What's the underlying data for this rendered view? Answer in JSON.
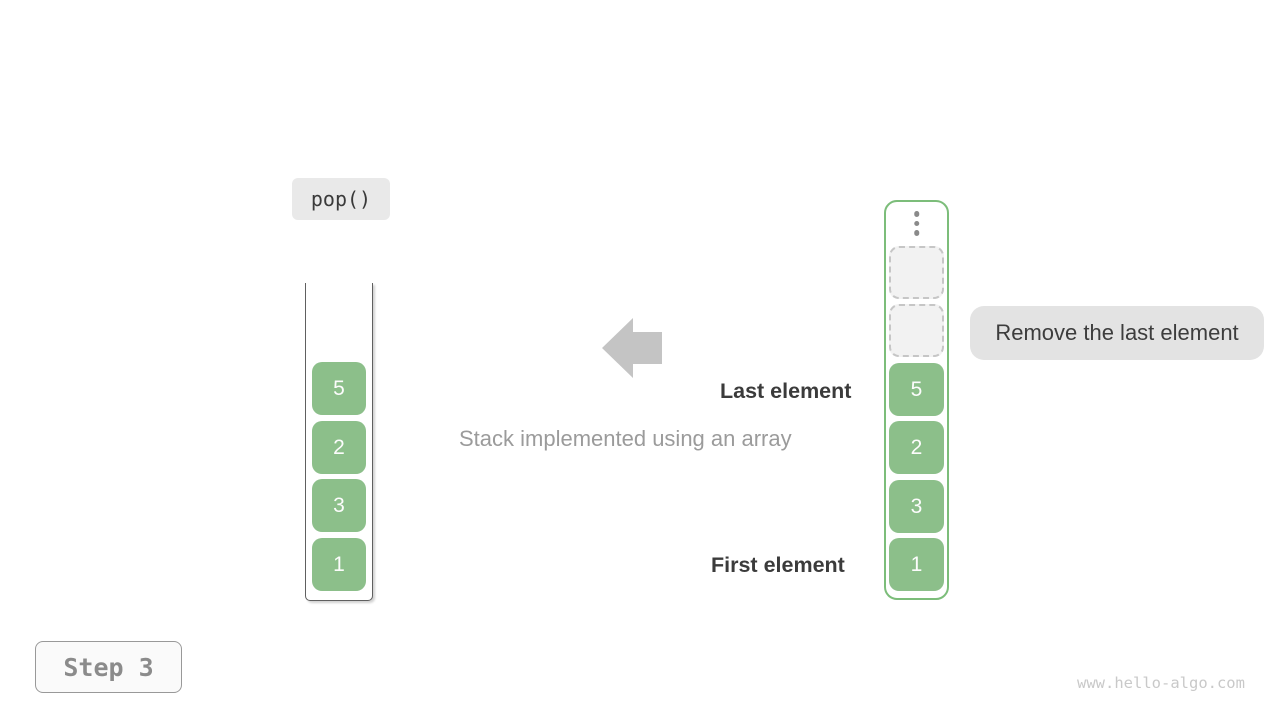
{
  "figure": {
    "operation": "pop()",
    "caption": "Stack implemented using an array",
    "last_element_label": "Last element",
    "first_element_label": "First element",
    "callout": "Remove the last element",
    "step": "Step 3",
    "watermark": "www.hello-algo.com"
  },
  "stack": {
    "values": [
      "5",
      "2",
      "3",
      "1"
    ]
  },
  "array": {
    "values": [
      "5",
      "2",
      "3",
      "1"
    ],
    "empty_slots": 2
  },
  "icons": {
    "arrow": "arrow-left-icon",
    "ellipsis": "vertical-ellipsis-icon"
  },
  "colors": {
    "cell_green": "#8cbf8a",
    "array_border_green": "#7cbd7a",
    "callout_bg": "#e3e3e3",
    "op_label_bg": "#e9e9e9",
    "arrow_gray": "#c4c4c4",
    "dark_text": "#3b3b3b",
    "muted_text": "#9b9b9b",
    "step_text": "#8b8b8b",
    "watermark_text": "#c9c9c9"
  }
}
